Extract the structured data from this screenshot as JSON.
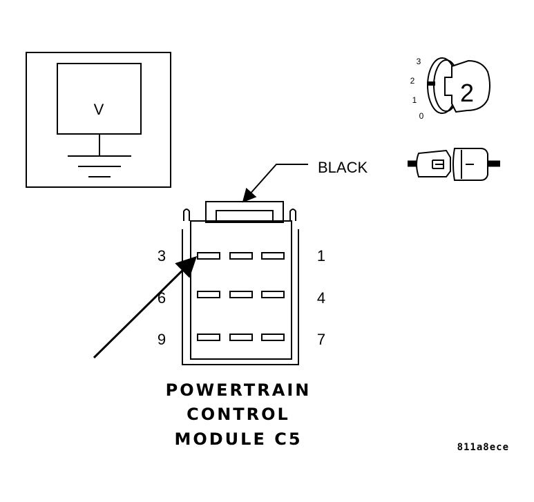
{
  "meter": {
    "symbol": "V"
  },
  "ignition": {
    "positions": [
      "3",
      "2",
      "1",
      "0"
    ],
    "selected": "2"
  },
  "wire": {
    "color_label": "BLACK"
  },
  "connector": {
    "pin_labels": {
      "top_left": "3",
      "top_right": "1",
      "middle_left": "6",
      "middle_right": "4",
      "bottom_left": "9",
      "bottom_right": "7"
    },
    "title_lines": [
      "POWERTRAIN",
      "CONTROL",
      "MODULE C5"
    ]
  },
  "figure_code": "811a8ece"
}
